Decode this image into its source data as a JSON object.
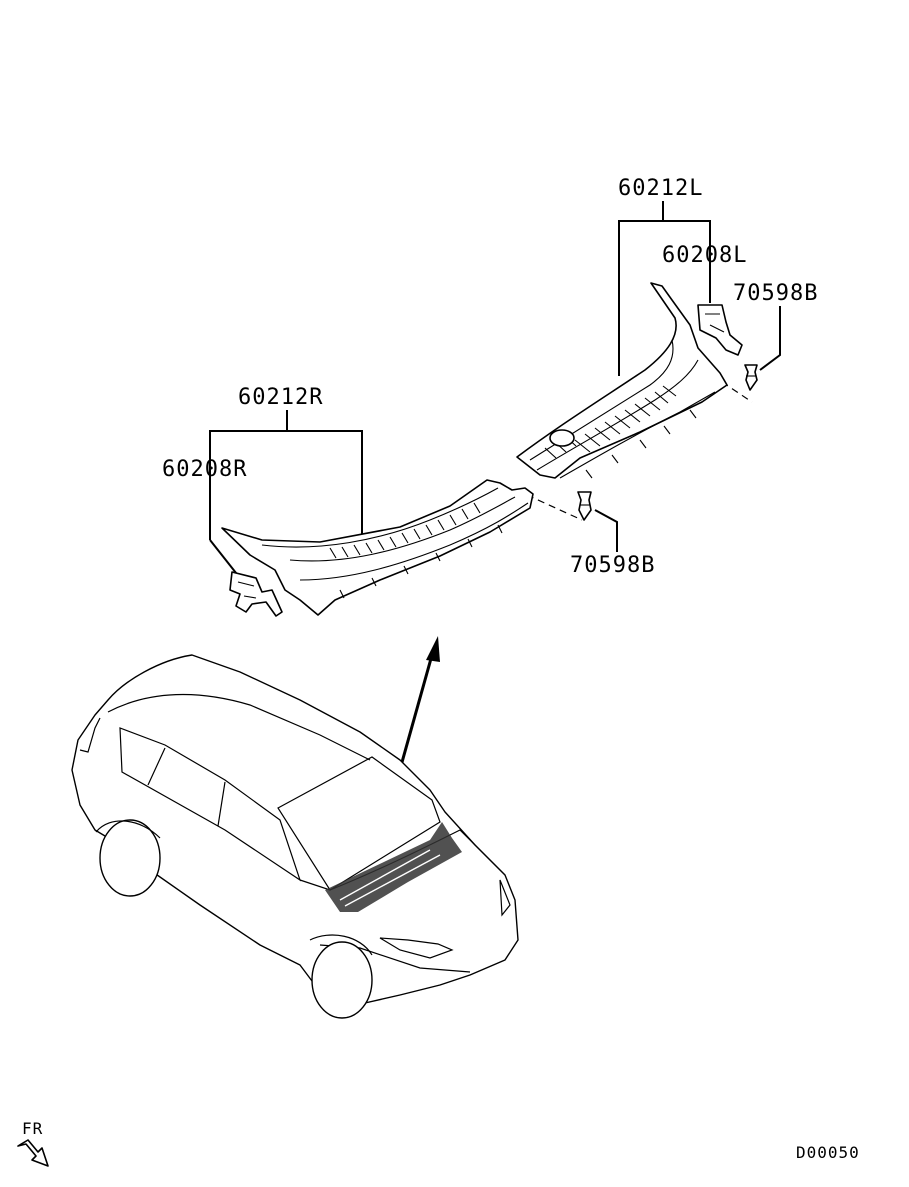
{
  "diagram": {
    "type": "exploded-parts-diagram",
    "parts": {
      "p60212L": "60212L",
      "p60208L": "60208L",
      "p70598B_top": "70598B",
      "p60212R": "60212R",
      "p60208R": "60208R",
      "p70598B_bottom": "70598B"
    },
    "orientation_label": "FR",
    "figure_code": "D00050"
  }
}
